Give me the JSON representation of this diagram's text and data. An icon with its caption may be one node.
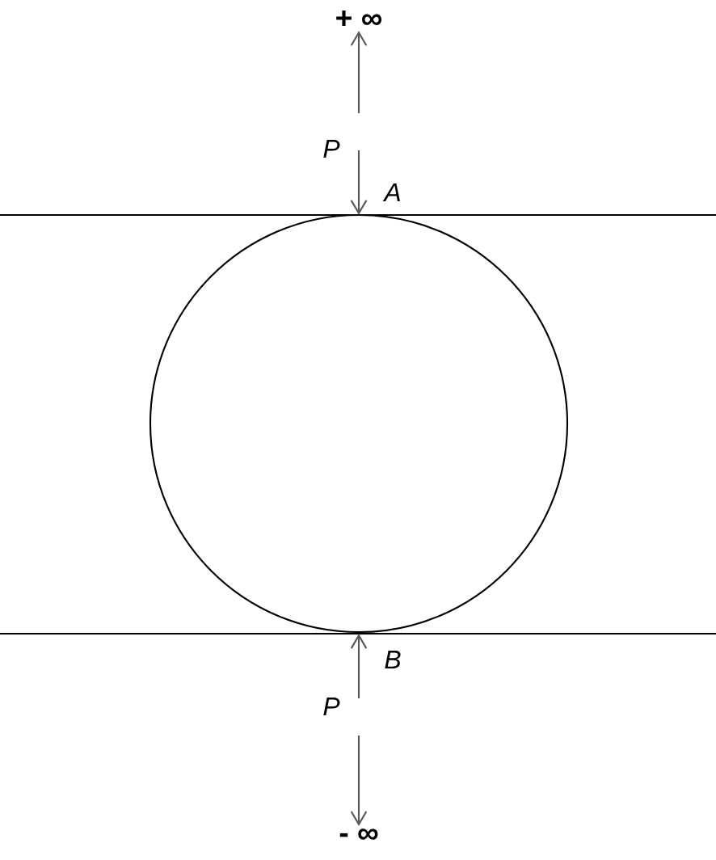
{
  "diagram": {
    "nodes": [
      {
        "text": [
          "+ ∞"
        ]
      },
      {
        "text": [],
        "shape": "circle"
      },
      {
        "text": [
          "- ∞"
        ]
      }
    ],
    "edges": [
      {
        "from": null,
        "to": 0,
        "arrow": "to"
      },
      {
        "from": null,
        "to": 2,
        "arrow": "to"
      }
    ],
    "labels": [
      "P",
      "A",
      "B",
      "P"
    ]
  }
}
